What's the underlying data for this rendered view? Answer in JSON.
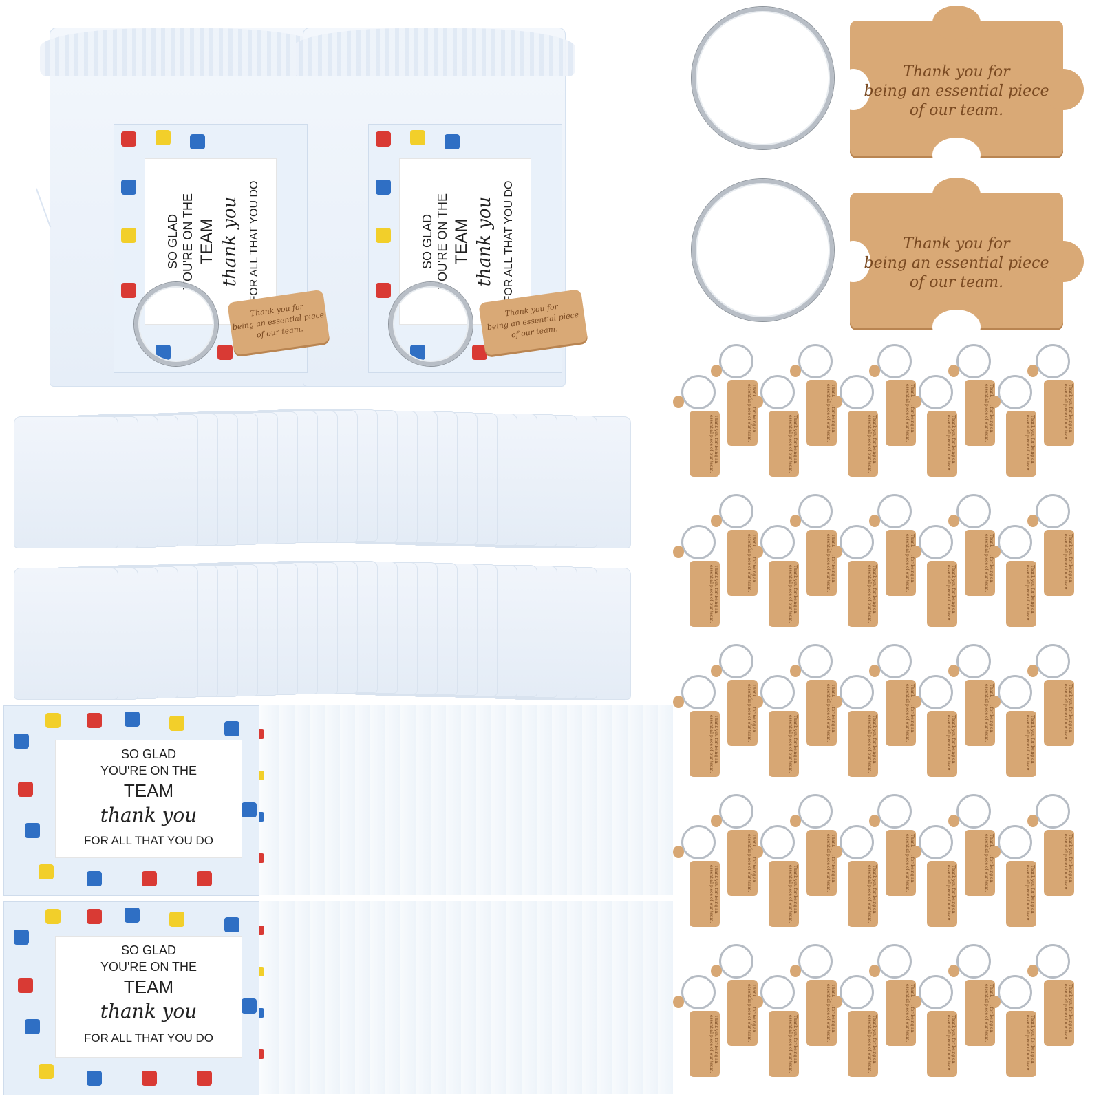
{
  "card": {
    "line1": "SO GLAD",
    "line2": "YOU'RE ON THE",
    "line3": "TEAM",
    "script": "thank you",
    "line4": "FOR ALL THAT YOU DO"
  },
  "keychain": {
    "engraving_line1": "Thank you for",
    "engraving_line2": "being an essential piece",
    "engraving_line3": "of our team."
  },
  "colors": {
    "puzzle_red": "#d93a34",
    "puzzle_blue": "#2f6fc4",
    "puzzle_yellow": "#f2cf2a",
    "wood": "#d9a976",
    "organza": "#eef3fa"
  }
}
